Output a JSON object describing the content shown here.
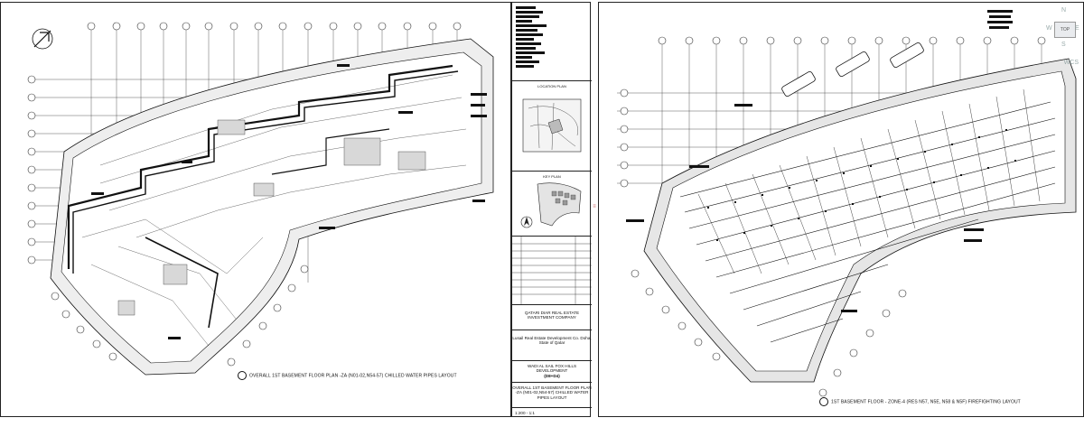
{
  "sheets": {
    "left": {
      "caption": "OVERALL 1ST BASEMENT FLOOR PLAN -ZA (N01-02,N54-57) CHILLED WATER PIPES LAYOUT"
    },
    "right": {
      "caption": "1ST BASEMENT FLOOR - ZONE-4 (RES N57, N5E, N58 & N5F) FIREFIGHTING LAYOUT"
    }
  },
  "title_block": {
    "location_plan": "LOCATION PLAN",
    "key_plan": "KEY PLAN",
    "client": "QATARI DIAR REAL ESTATE INVESTMENT COMPANY",
    "developer": "Lusail Real Estate Development Co. Doha, State of Qatar",
    "project": "WADI AL SAIL FOX HILLS DEVELOPMENT",
    "plot": "(D8+D4)",
    "drawing_title": "OVERALL 1ST BASEMENT FLOOR PLAN -ZA (N01-02,N54-57) CHILLED WATER PIPES LAYOUT",
    "scale": "1:200 - 1:1"
  },
  "viewcube": {
    "top_label": "TOP",
    "north": "N",
    "west": "W",
    "east": "E",
    "south": "S",
    "wcs": "WCS"
  },
  "collapse_tab": "≡"
}
